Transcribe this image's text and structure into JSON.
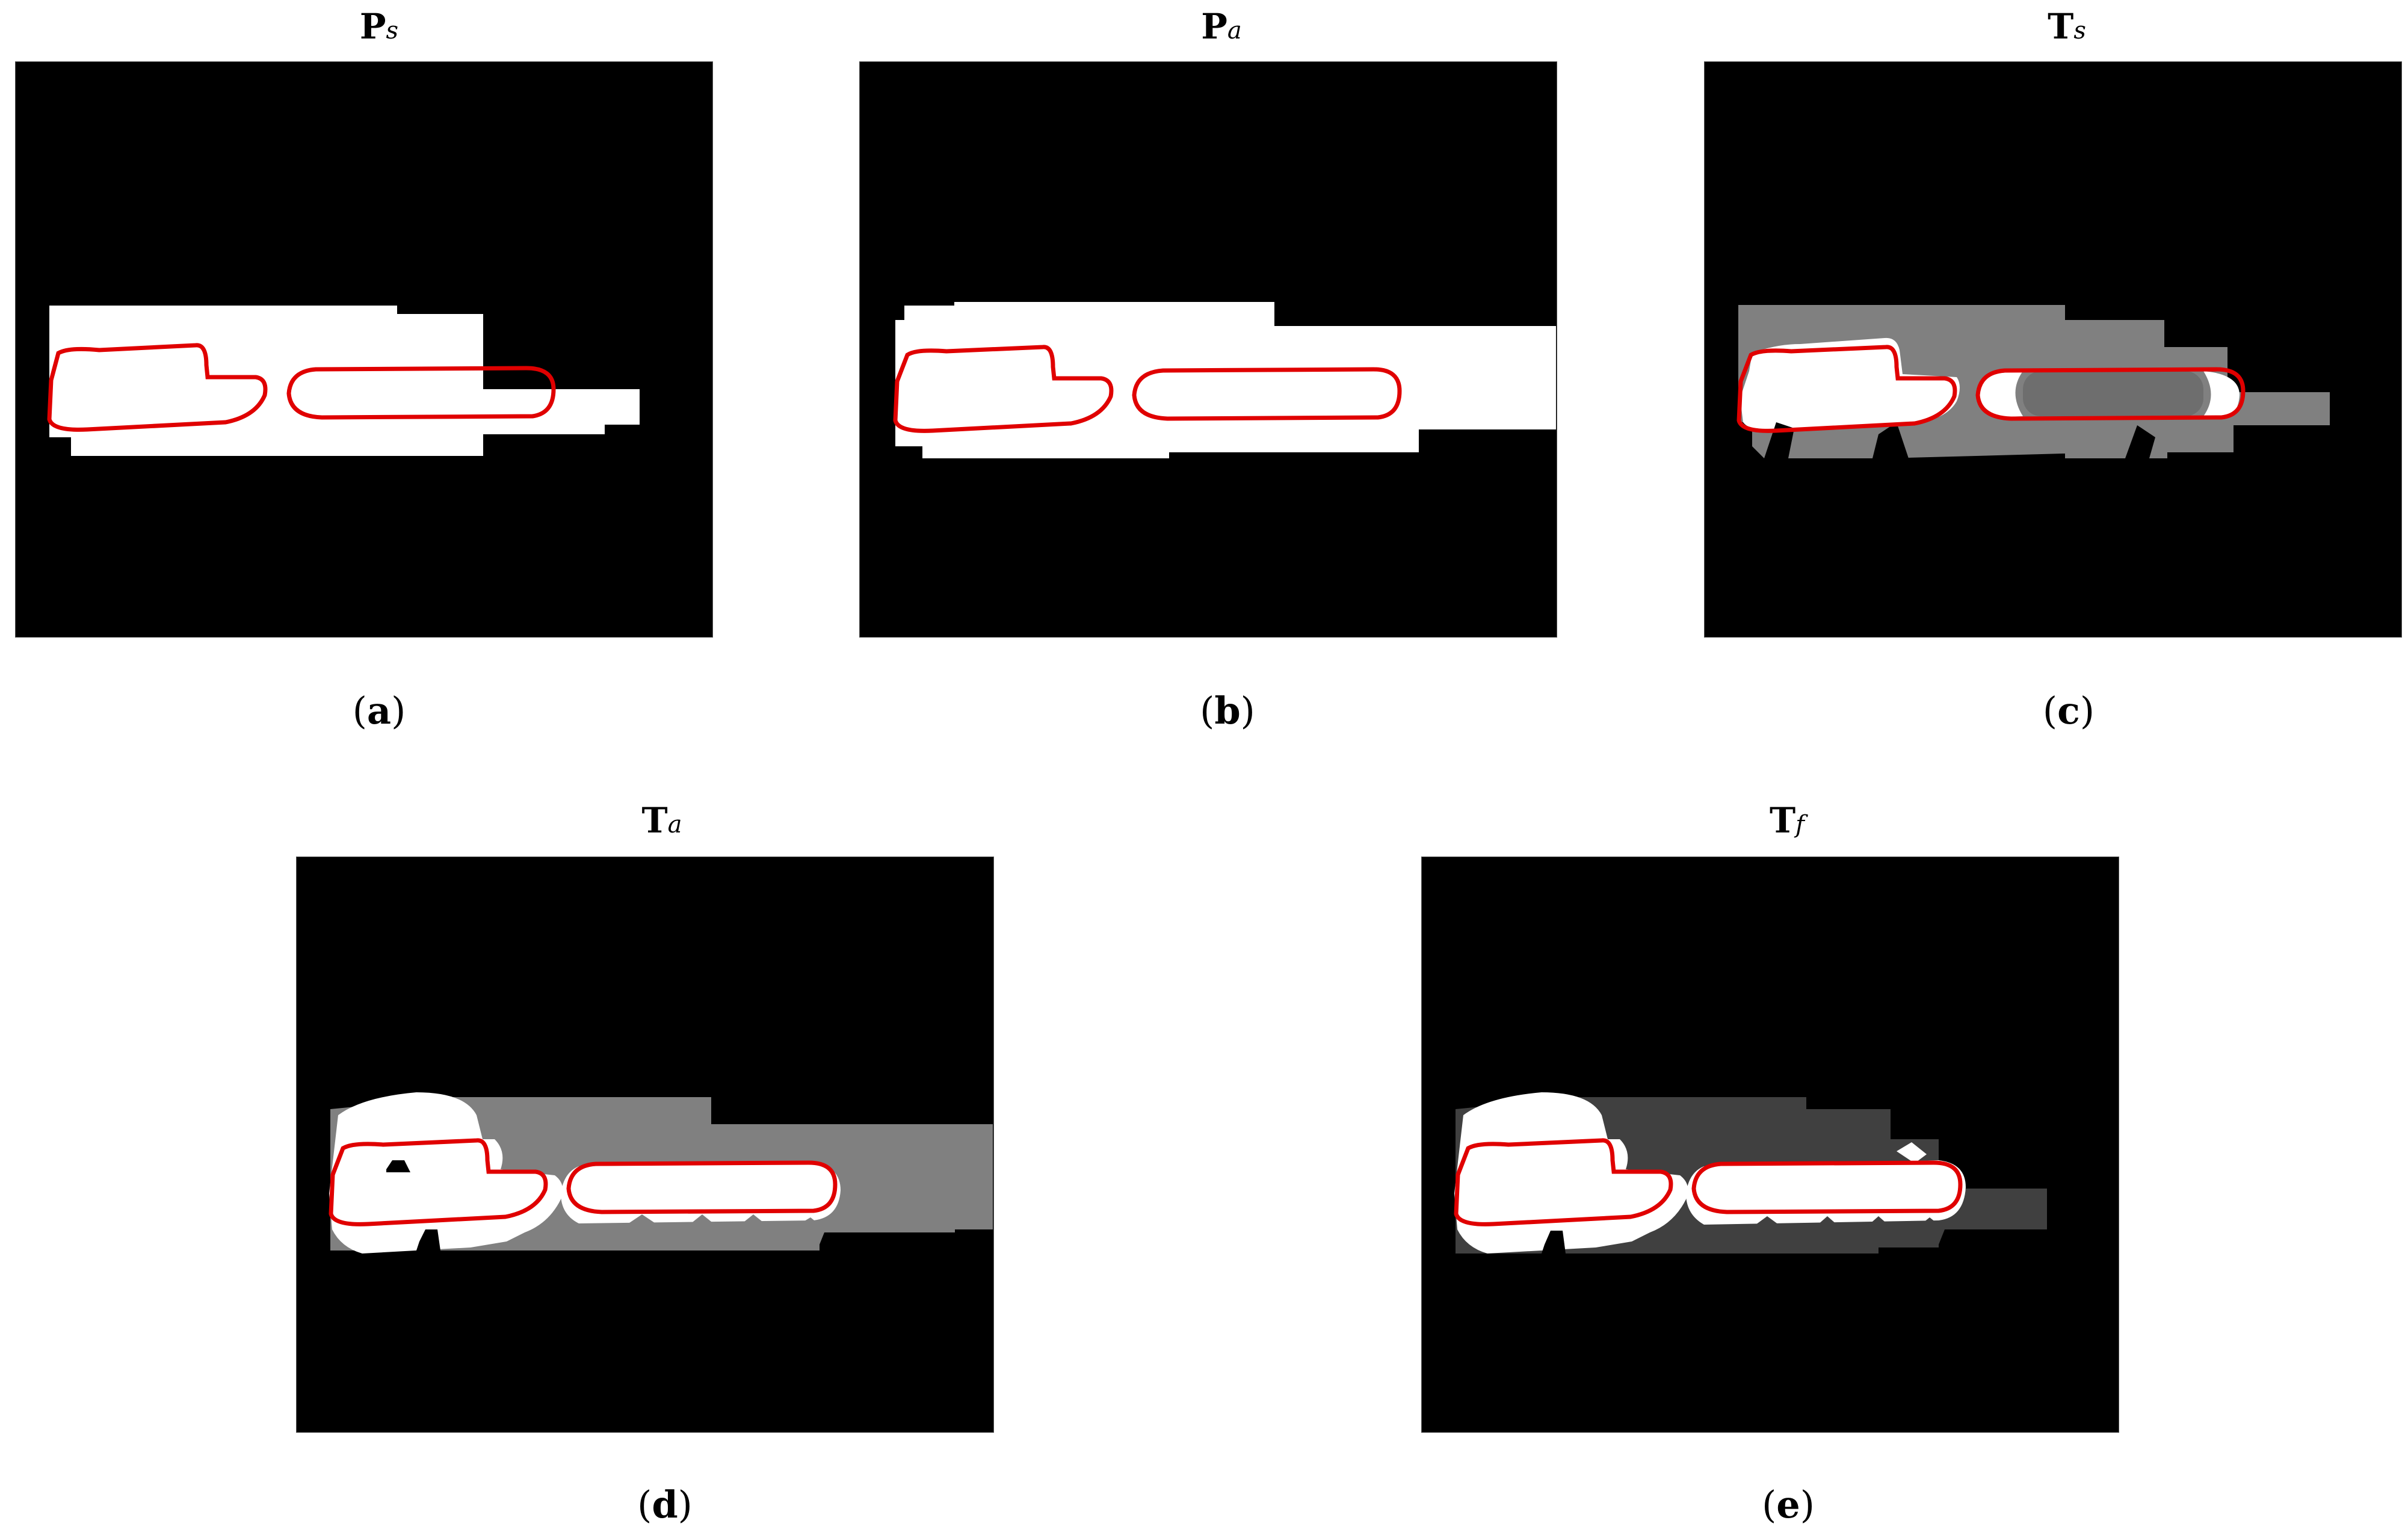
{
  "figure": {
    "panels": [
      {
        "id": "a",
        "title_main": "P",
        "title_sub": "s",
        "caption_letter": "a"
      },
      {
        "id": "b",
        "title_main": "P",
        "title_sub": "a",
        "caption_letter": "b"
      },
      {
        "id": "c",
        "title_main": "T",
        "title_sub": "s",
        "caption_letter": "c"
      },
      {
        "id": "d",
        "title_main": "T",
        "title_sub": "a",
        "caption_letter": "d"
      },
      {
        "id": "e",
        "title_main": "T",
        "title_sub": "f",
        "caption_letter": "e"
      }
    ],
    "colors": {
      "background": "#000000",
      "mask_white": "#ffffff",
      "mask_gray": "#808080",
      "mask_dark_gray": "#404040",
      "outline": "#ff0000",
      "frame": "#555555"
    }
  }
}
